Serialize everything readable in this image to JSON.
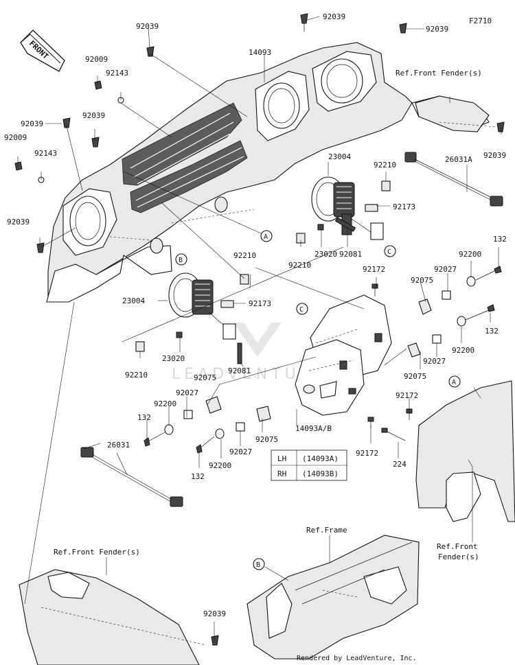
{
  "figure_code": "F2710",
  "front_badge": "FRONT",
  "watermark": "LEADVENTURE",
  "footer": "Rendered by LeadVenture, Inc.",
  "callouts": {
    "A": "A",
    "B": "B",
    "C": "C"
  },
  "refs": {
    "front_fender_top": "Ref.Front Fender(s)",
    "front_fender_right_1": "Ref.Front",
    "front_fender_right_2": "Fender(s)",
    "front_fender_bottom": "Ref.Front Fender(s)",
    "frame": "Ref.Frame"
  },
  "parts": {
    "p92039": "92039",
    "p92009": "92009",
    "p92143": "92143",
    "p14093": "14093",
    "p23004": "23004",
    "p92210": "92210",
    "p92173": "92173",
    "p23020": "23020",
    "p92081": "92081",
    "p26031A": "26031A",
    "p132": "132",
    "p92200": "92200",
    "p92027": "92027",
    "p92075": "92075",
    "p92172": "92172",
    "p14093AB": "14093A/B",
    "p224": "224",
    "p26031": "26031"
  },
  "legend": {
    "rows": [
      {
        "side": "LH",
        "part": "(14093A)"
      },
      {
        "side": "RH",
        "part": "(14093B)"
      }
    ]
  }
}
